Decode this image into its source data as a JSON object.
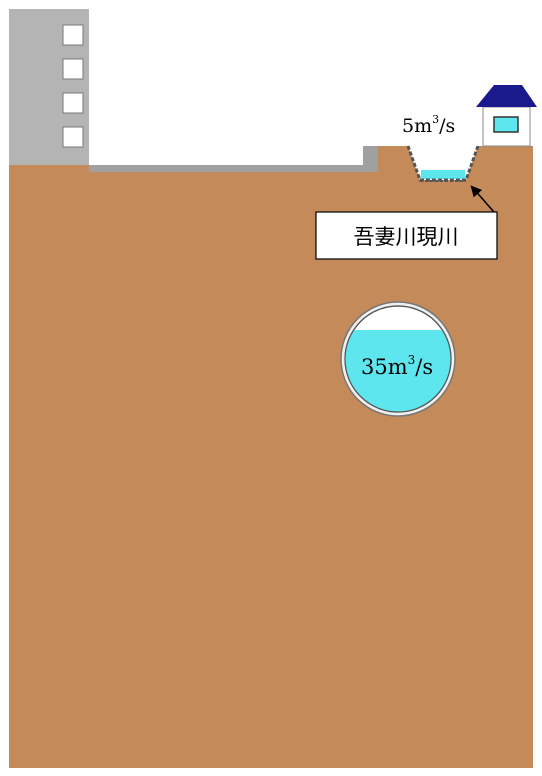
{
  "channel_flow": {
    "value": "5m",
    "sup": "3",
    "unit": "/s"
  },
  "tunnel_flow": {
    "value": "35m",
    "sup": "3",
    "unit": "/s"
  },
  "river_label": "吾妻川現川",
  "colors": {
    "ground": "#C48A5A",
    "building": "#B4B4B4",
    "water": "#5EE6EE",
    "roof": "#1A1A8C",
    "outline": "#555555"
  }
}
